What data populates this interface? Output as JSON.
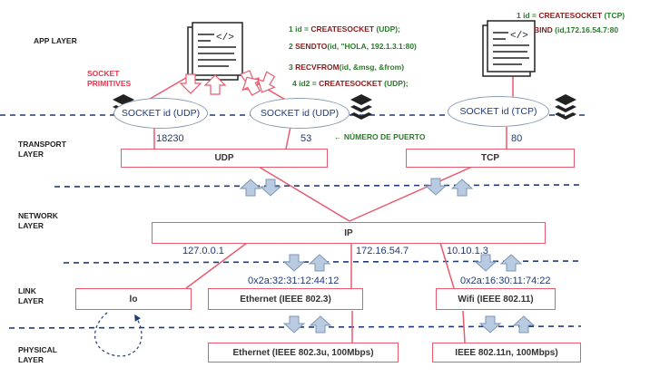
{
  "layers": {
    "app": "APP LAYER",
    "transport": [
      "TRANSPORT",
      "LAYER"
    ],
    "network": [
      "NETWORK",
      "LAYER"
    ],
    "link": [
      "LINK",
      "LAYER"
    ],
    "physical": [
      "PHYSICAL",
      "LAYER"
    ]
  },
  "socket_primitives": [
    "SOCKET",
    "PRIMITIVES"
  ],
  "sockets": {
    "udp1": "SOCKET id (UDP)",
    "udp2": "SOCKET id (UDP)",
    "tcp": "SOCKET id (TCP)"
  },
  "ports": {
    "p1": "18230",
    "p2": "53",
    "p3": "80"
  },
  "port_label": "← NÚMERO DE PUERTO",
  "transport_boxes": {
    "udp": "UDP",
    "tcp": "TCP"
  },
  "ip_box": "IP",
  "addresses": {
    "lo": "127.0.0.1",
    "eth": "172.16.54.7",
    "wifi": "10.10.1.3"
  },
  "macs": {
    "eth": "0x2a:32:31:12:44:12",
    "wifi": "0x2a:16:30:11:74:22"
  },
  "link_boxes": {
    "lo": "lo",
    "eth": "Ethernet (IEEE 802.3)",
    "wifi": "Wifi (IEEE 802.11)"
  },
  "phys_boxes": {
    "eth": "Ethernet (IEEE 802.3u, 100Mbps)",
    "wifi": "IEEE 802.11n, 100Mbps)"
  },
  "udp_code": [
    {
      "n": "1 id = ",
      "k": "CREATESOCKET",
      "a": " (UDP);"
    },
    {
      "n": "2 ",
      "k": "SENDTO",
      "a": "(id, \"HOLA, 192.1.3.1:80)"
    },
    {
      "n": "3 ",
      "k": "RECVFROM",
      "a": "(id, &msg, &from)"
    },
    {
      "n": "4 id2 = ",
      "k": "CREATESOCKET",
      "a": " (UDP);"
    }
  ],
  "tcp_code": [
    {
      "n": "1 id = ",
      "k": "CREATESOCKET",
      "a": " (TCP)"
    },
    {
      "n": "",
      "k": "BIND",
      "a": " (id,172.16.54.7:80"
    }
  ],
  "colors": {
    "pink": "#e85a6e",
    "dash": "#1f3a78",
    "arrow_fill": "#b9cbe0",
    "text_blue": "#1f3a78"
  }
}
